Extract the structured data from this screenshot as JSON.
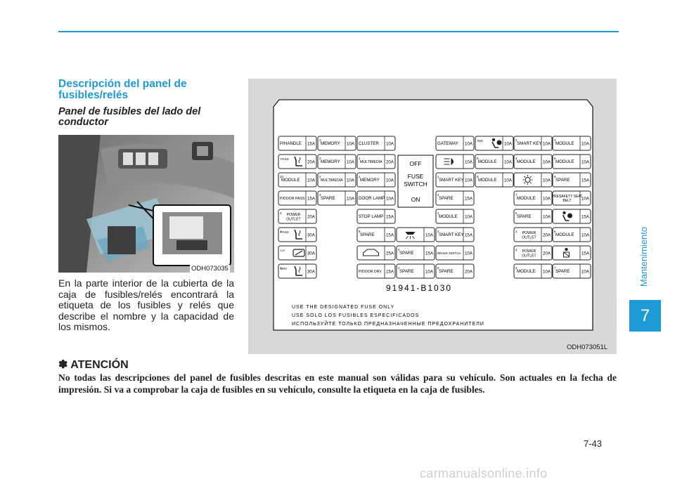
{
  "header": {
    "accent": "#1e9ad6"
  },
  "sidebar": {
    "section_label": "Mantenimiento",
    "chapter": "7"
  },
  "section": {
    "title": "Descripción del panel de fusibles/relés",
    "subtitle": "Panel de fusibles del lado del conductor",
    "photo_caption": "ODH073035",
    "body": "En la parte interior de la cubierta de la caja de fusibles/relés encontrará la etiqueta de los fusibles y relés que describe el nombre y la capacidad de los mismos."
  },
  "figure": {
    "caption": "ODH073051L",
    "relay_label": [
      "OFF",
      "FUSE",
      "SWITCH",
      "ON"
    ],
    "part_number": "91941-B1030",
    "notes": [
      "USE THE DESIGNATED FUSE ONLY",
      "USE SOLO LOS FUSIBLES ESPECIFICADOS",
      "ИСПОЛЬЗУЙТЕ ТОЛЬКО ПРЕДНАЗНАЧЕННЫЕ ПРЕДОХРАНИТЕЛИ"
    ],
    "columns": [
      [
        {
          "name": "P/HANDLE",
          "amp": "15A"
        },
        {
          "name": "PASS",
          "amp": "20A",
          "icon": "seat-heater"
        },
        {
          "name": "MODULE",
          "amp": "10A",
          "num": "10"
        },
        {
          "name": "P/DOOR PASS",
          "amp": "15A"
        },
        {
          "name": "POWER OUTLET",
          "amp": "20A",
          "num": "3"
        },
        {
          "name": "PASS",
          "amp": "30A",
          "num": "1",
          "icon": "seat-heater"
        },
        {
          "name": "LH",
          "amp": "30A",
          "icon": "rear-defog"
        },
        {
          "name": "DRV",
          "amp": "30A",
          "num": "1",
          "icon": "seat-heater"
        }
      ],
      [
        {
          "name": "MEMORY",
          "amp": "10A",
          "num": "3"
        },
        {
          "name": "MEMORY",
          "amp": "10A",
          "num": "2"
        },
        {
          "name": "MULTIMEDIA",
          "amp": "10A",
          "num": "2"
        },
        {
          "name": "SPARE",
          "amp": "10A",
          "num": "3"
        }
      ],
      [
        {
          "name": "CLUSTER",
          "amp": "10A"
        },
        {
          "name": "MULTIMEDIA",
          "amp": "20A",
          "num": "1"
        },
        {
          "name": "MEMORY",
          "amp": "10A",
          "num": "1"
        },
        {
          "name": "DOOR LAMP",
          "amp": "10A"
        },
        {
          "name": "STOP LAMP",
          "amp": "15A"
        },
        {
          "name": "SPARE",
          "amp": "15A",
          "num": "8"
        },
        {
          "name": "",
          "amp": "25A",
          "icon": "car"
        },
        {
          "name": "P/DOOR DRV",
          "amp": "15A"
        }
      ],
      [
        {
          "name": "",
          "amp": "10A",
          "icon": "room-lamp"
        },
        {
          "name": "SPARE",
          "amp": "15A",
          "num": "4"
        },
        {
          "name": "SPARE",
          "amp": "10A",
          "num": "1"
        }
      ],
      [
        {
          "name": "GATEWAY",
          "amp": "10A"
        },
        {
          "name": "",
          "amp": "10A",
          "icon": "headlamp"
        },
        {
          "name": "SMART KEY",
          "amp": "10A",
          "num": "1"
        },
        {
          "name": "SPARE",
          "amp": "15A",
          "num": "2"
        },
        {
          "name": "MODULE",
          "amp": "10A",
          "num": "1"
        },
        {
          "name": "SMART KEY",
          "amp": "15A",
          "num": "2"
        },
        {
          "name": "BRAKE SWITCH",
          "amp": "10A"
        },
        {
          "name": "SPARE",
          "amp": "20A",
          "num": "9"
        }
      ],
      [
        {
          "name": "IND",
          "amp": "10A",
          "icon": "airbag"
        },
        {
          "name": "MODULE",
          "amp": "10A",
          "num": "8"
        },
        {
          "name": "MODULE",
          "amp": "10A",
          "num": "8"
        }
      ],
      [
        {
          "name": "SMART KEY",
          "amp": "10A",
          "num": "3"
        },
        {
          "name": "MODULE",
          "amp": "10A",
          "num": "4"
        },
        {
          "name": "",
          "amp": "10A",
          "icon": "sun"
        },
        {
          "name": "MODULE",
          "amp": "10A",
          "num": "7"
        },
        {
          "name": "SPARE",
          "amp": "10A",
          "num": "5"
        },
        {
          "name": "POWER OUTLET",
          "amp": "20A",
          "num": "1"
        },
        {
          "name": "POWER OUTLET",
          "amp": "20A",
          "num": "2"
        },
        {
          "name": "MODULE",
          "amp": "10A",
          "num": "2"
        }
      ],
      [
        {
          "name": "MODULE",
          "amp": "10A",
          "num": "3"
        },
        {
          "name": "MODULE",
          "amp": "10A",
          "num": "5"
        },
        {
          "name": "SPARE",
          "amp": "15A",
          "num": "6"
        },
        {
          "name": "PRESAFETY SEAT BELT",
          "amp": "10A"
        },
        {
          "name": "",
          "amp": "15A",
          "icon": "airbag"
        },
        {
          "name": "MODULE",
          "amp": "10A",
          "num": "6"
        },
        {
          "name": "",
          "amp": "15A",
          "icon": "seatbelt"
        },
        {
          "name": "SPARE",
          "amp": "10A",
          "num": "7"
        }
      ]
    ]
  },
  "warning": {
    "title": "✽ ATENCIÓN",
    "text": "No todas las descripciones del panel de fusibles descritas en este manual son válidas para su vehículo. Son actuales en la fecha de impresión. Si va a comprobar la caja de fusibles en su vehículo, consulte la etiqueta en la caja de fusibles."
  },
  "footer": {
    "page": "7-43",
    "watermark": "carmanualsonline.info"
  }
}
